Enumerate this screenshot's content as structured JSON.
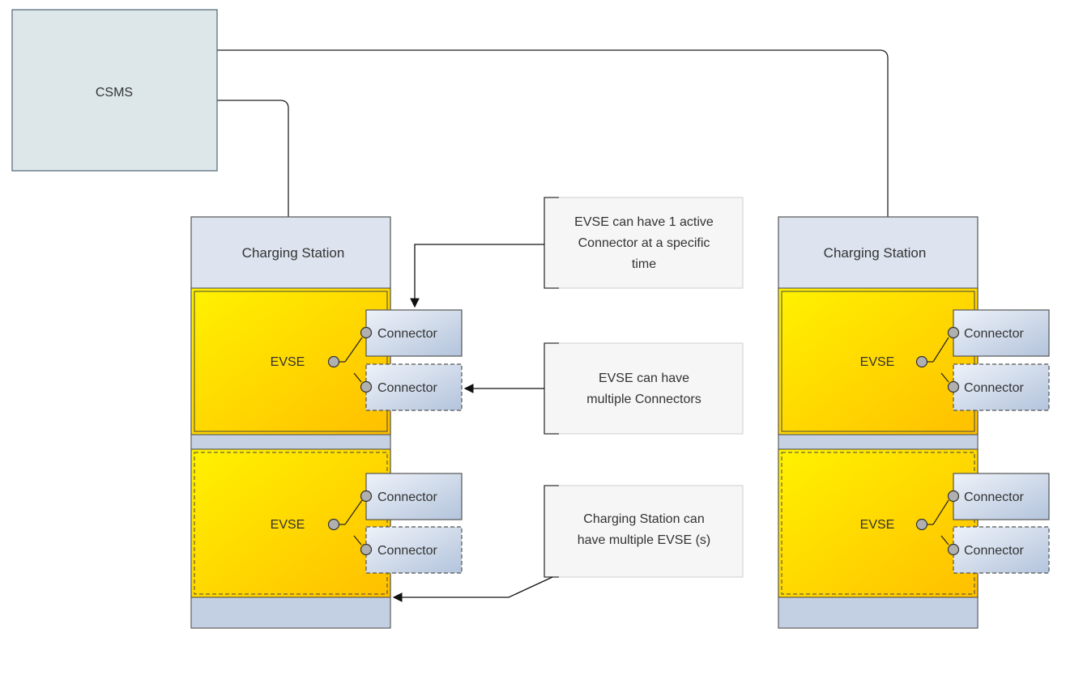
{
  "csms": {
    "label": "CSMS"
  },
  "stations": [
    {
      "title": "Charging Station",
      "evses": [
        {
          "label": "EVSE",
          "connectors": [
            "Connector",
            "Connector"
          ]
        },
        {
          "label": "EVSE",
          "connectors": [
            "Connector",
            "Connector"
          ]
        }
      ]
    },
    {
      "title": "Charging Station",
      "evses": [
        {
          "label": "EVSE",
          "connectors": [
            "Connector",
            "Connector"
          ]
        },
        {
          "label": "EVSE",
          "connectors": [
            "Connector",
            "Connector"
          ]
        }
      ]
    }
  ],
  "notes": [
    {
      "lines": [
        "EVSE can have 1 active",
        "Connector at a specific",
        "time"
      ]
    },
    {
      "lines": [
        "EVSE can have",
        "multiple Connectors"
      ]
    },
    {
      "lines": [
        "Charging Station can",
        "have multiple EVSE (s)"
      ]
    }
  ],
  "colors": {
    "csms_fill": "#dde7ea",
    "station_fill": "#dde3ef",
    "station_band": "#c3cfe3",
    "evse_yellow_light": "#fff200",
    "evse_yellow_dark": "#ffc000",
    "connector_light": "#eef2f9",
    "connector_dark": "#b5c6dd",
    "note_fill": "#f6f6f6",
    "line": "#222222",
    "node": "#b0b0b0"
  }
}
